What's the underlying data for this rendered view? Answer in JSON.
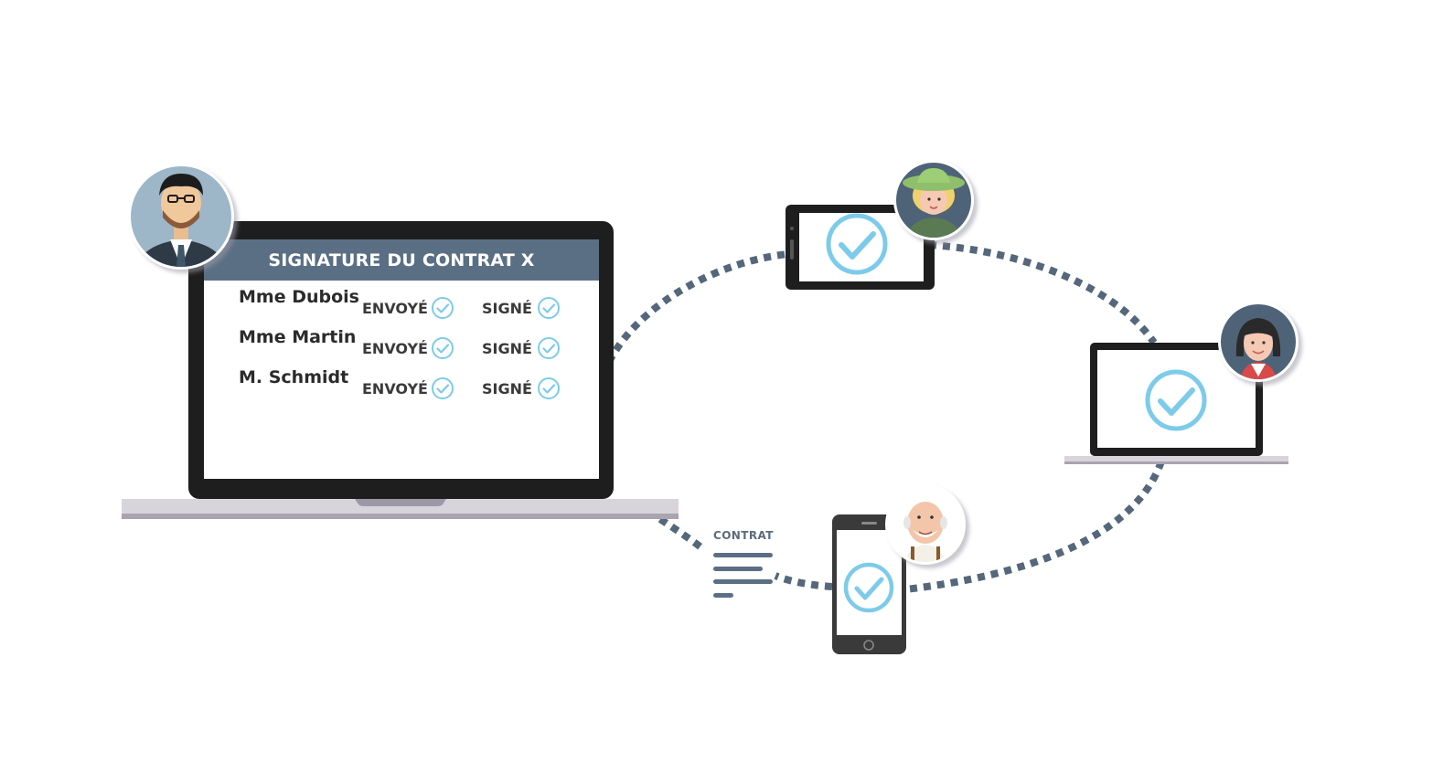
{
  "contract_window": {
    "title": "SIGNATURE DU CONTRAT X",
    "signers": [
      {
        "name": "Mme Dubois",
        "sent_label": "ENVOYÉ",
        "signed_label": "SIGNÉ"
      },
      {
        "name": "Mme Martin",
        "sent_label": "ENVOYÉ",
        "signed_label": "SIGNÉ"
      },
      {
        "name": "M. Schmidt",
        "sent_label": "ENVOYÉ",
        "signed_label": "SIGNÉ"
      }
    ]
  },
  "document": {
    "label": "CONTRAT"
  },
  "colors": {
    "header": "#5b6f84",
    "check": "#7ccbea",
    "device_frame": "#1e1e1e",
    "dots": "#55677a",
    "laptop_base": "#d8d4dc"
  },
  "icons": [
    "manager-avatar",
    "woman-hat-avatar",
    "woman-avatar",
    "old-man-avatar",
    "check-icon",
    "document-icon"
  ]
}
